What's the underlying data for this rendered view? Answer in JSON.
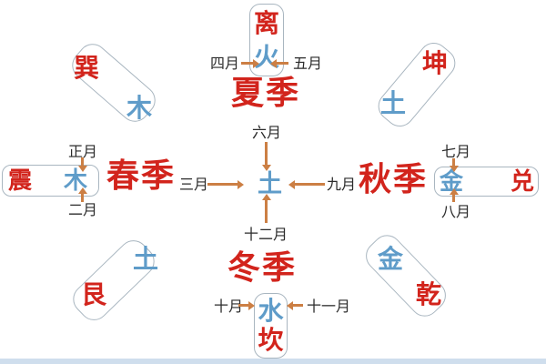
{
  "diagram": {
    "center": {
      "element": "土"
    },
    "center_months": {
      "top": "六月",
      "bottom": "十二月",
      "left": "三月",
      "right": "九月"
    },
    "seasons": {
      "summer": "夏季",
      "spring": "春季",
      "autumn": "秋季",
      "winter": "冬季"
    },
    "top_box": {
      "trigram": "离",
      "element": "火",
      "month_left": "四月",
      "month_right": "五月"
    },
    "left_box": {
      "trigram": "震",
      "element": "木",
      "month_top": "正月",
      "month_bottom": "二月"
    },
    "right_box": {
      "trigram": "兑",
      "element": "金",
      "month_top": "七月",
      "month_bottom": "八月"
    },
    "bottom_box": {
      "trigram": "坎",
      "element": "水",
      "month_left": "十月",
      "month_right": "十一月"
    },
    "corner_top_left": {
      "trigram": "巽",
      "element": "木"
    },
    "corner_top_right": {
      "trigram": "坤",
      "element": "土"
    },
    "corner_bottom_left": {
      "trigram": "艮",
      "element": "土"
    },
    "corner_bottom_right": {
      "trigram": "乾",
      "element": "金"
    }
  },
  "colors": {
    "red": "#d2241c",
    "blue": "#5f9cc9",
    "arrow": "#cc7f44",
    "border": "#a9b6c0",
    "month_text": "#2b2b2b",
    "bottom_bar": "#cfdeed"
  }
}
